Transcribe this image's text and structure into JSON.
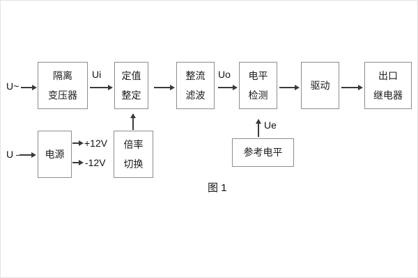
{
  "figure": {
    "caption": "图 1",
    "background": "#ffffff",
    "line_color": "#3a3a3a",
    "box_border_color": "#8c8c8c",
    "text_color": "#1a1a1a"
  },
  "diagram": {
    "inputs": {
      "ac_input": "U~",
      "dc_input": "U –"
    },
    "signals": {
      "ui": "Ui",
      "uo": "Uo",
      "ue": "Ue",
      "plus_rail": "+12V",
      "minus_rail": "-12V"
    },
    "boxes": {
      "isolation_transformer": {
        "line1": "隔离",
        "line2": "变压器"
      },
      "setpoint_adjust": {
        "line1": "定值",
        "line2": "整定"
      },
      "rectifier_filter": {
        "line1": "整流",
        "line2": "滤波"
      },
      "level_detector": {
        "line1": "电平",
        "line2": "检测"
      },
      "driver": {
        "line1": "驱动"
      },
      "output_relay": {
        "line1": "出口",
        "line2": "继电器"
      },
      "power_supply": {
        "line1": "电源"
      },
      "ratio_switch": {
        "line1": "倍率",
        "line2": "切换"
      },
      "reference_level": {
        "line1": "参考电平"
      }
    }
  }
}
